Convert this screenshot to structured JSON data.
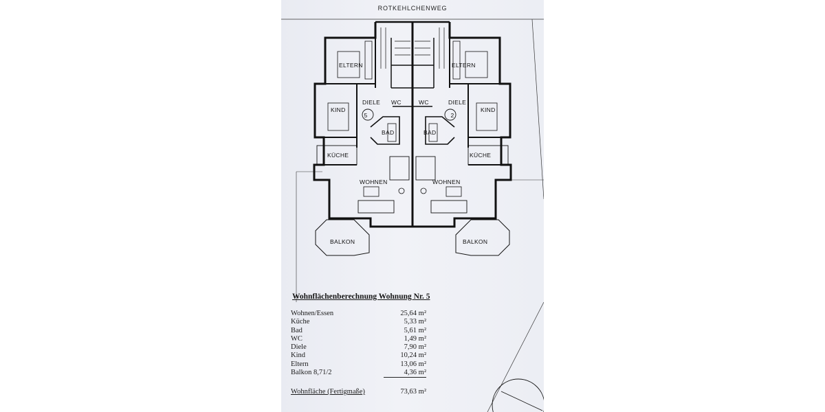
{
  "plan": {
    "street": "ROTKEHLCHENWEG",
    "rooms": {
      "eltern": "ELTERN",
      "kind": "KIND",
      "diele": "DIELE",
      "wc": "WC",
      "bad": "BAD",
      "kueche": "KÜCHE",
      "wohnen": "WOHNEN",
      "balkon": "BALKON"
    },
    "unit_left": "5",
    "unit_right": "2"
  },
  "calc": {
    "title": "Wohnflächenberechnung Wohnung Nr. 5",
    "rows": [
      {
        "label": "Wohnen/Essen",
        "value": "25,64 m²"
      },
      {
        "label": "Küche",
        "value": "5,33 m²"
      },
      {
        "label": "Bad",
        "value": "5,61 m²"
      },
      {
        "label": "WC",
        "value": "1,49 m²"
      },
      {
        "label": "Diele",
        "value": "7,90 m²"
      },
      {
        "label": "Kind",
        "value": "10,24 m²"
      },
      {
        "label": "Eltern",
        "value": "13,06 m²"
      },
      {
        "label": "Balkon 8,71/2",
        "value": "4,36 m²"
      }
    ],
    "total_label": "Wohnfläche (Fertigmaße)",
    "total_value": "73,63 m²"
  }
}
